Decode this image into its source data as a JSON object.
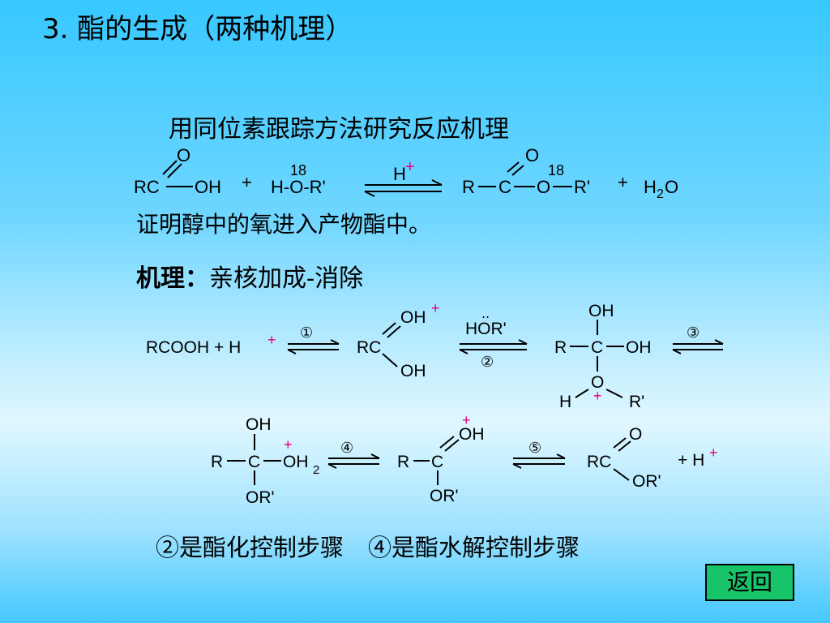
{
  "title": "3. 酯的生成（两种机理）",
  "subtitle": "用同位素跟踪方法研究反应机理",
  "proof_text": "证明醇中的氧进入产物酯中。",
  "mechanism_label": "机理：",
  "mechanism_text": "亲核加成-消除",
  "rate_steps": {
    "esterification": "②是酯化控制步骤",
    "hydrolysis": "④是酯水解控制步骤"
  },
  "back_button": "返回",
  "colors": {
    "charge_plus": "#e0007a",
    "button_bg": "#17c46a"
  },
  "equation": {
    "reactant1": "RC",
    "reactant1_o": "O",
    "reactant1_oh": "OH",
    "plus": "+",
    "reactant2": "H-O-R'",
    "isotope": "18",
    "catalyst": "H",
    "catalyst_charge": "+",
    "product_r": "R",
    "product_c": "C",
    "product_o_top": "O",
    "product_o": "O",
    "product_r2": "R'",
    "water": "H",
    "water_sub": "2",
    "water_o": "O"
  },
  "mechanism": {
    "step1_reactants": "RCOOH + H",
    "step_labels": [
      "①",
      "②",
      "③",
      "④",
      "⑤"
    ],
    "reagent_hor": "HOR'",
    "lone_pair": "..",
    "oh": "OH",
    "o": "O",
    "or_prime": "OR'",
    "r": "R",
    "c": "C",
    "rc": "RC",
    "h": "H",
    "r_prime": "R'",
    "oh2_sub": "2",
    "final_plus": "+ H"
  }
}
